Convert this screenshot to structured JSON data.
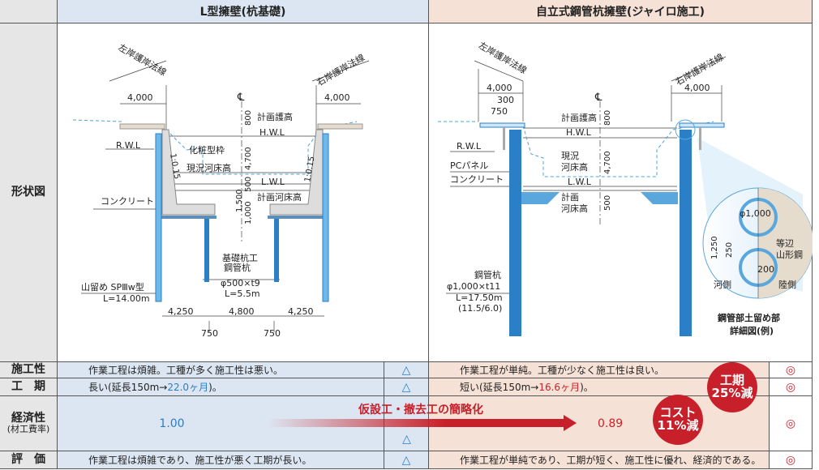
{
  "header": {
    "left": "L型擁壁(杭基礎)",
    "right": "自立式鋼管杭擁壁(ジャイロ施工)"
  },
  "rows": {
    "shape": {
      "label": "形状図"
    },
    "workability": {
      "label": "施工性",
      "left": "作業工程は煩雑。工種が多く施工性は悪い。",
      "left_mark": "△",
      "right": "作業工程が単純。工種が少なく施工性は良い。",
      "right_mark": "◎"
    },
    "period": {
      "label": "工　期",
      "left_pre": "長い(延長150m→",
      "left_val": "22.0ヶ月",
      "left_post": ")。",
      "left_mark": "△",
      "right_pre": "短い(延長150m→",
      "right_val": "16.6ヶ月",
      "right_post": ")。",
      "right_mark": "◎"
    },
    "economy": {
      "label": "経済性",
      "sublabel": "(材工費率)",
      "left": "1.00",
      "left_mark": "△",
      "right": "0.89",
      "right_mark": "◎",
      "arrow_label": "仮設工・撤去工の簡略化"
    },
    "evaluation": {
      "label": "評　価",
      "left": "作業工程は煩雑であり、施工性が悪く工期が長い。",
      "left_mark": "△",
      "right": "作業工程が単純であり、工期が短く、施工性に優れ、経済的である。",
      "right_mark": "◎"
    }
  },
  "badges": {
    "period": [
      "工期",
      "25%減"
    ],
    "cost": [
      "コスト",
      "11%減"
    ]
  },
  "left_diagram": {
    "left_bank": "左岸護岸法線",
    "right_bank": "右岸護岸法線",
    "dim_left": "4,000",
    "dim_right": "4,000",
    "cl": "℄",
    "plan_top": "計画護高",
    "hwl": "H.W.L",
    "rwl": "R.W.L",
    "form": "化粧型枠",
    "existing_bed": "現況河床高",
    "lwl": "L.W.L",
    "plan_bed": "計画河床高",
    "concrete": "コンクリート",
    "slope_l": "1:0.15",
    "slope_r": "1:0.15",
    "v800": "800",
    "v4700": "4,700",
    "v500": "500",
    "v1500": "1,500",
    "v1000": "1,000",
    "pile1": "基礎杭工",
    "pile2": "鋼管杭",
    "pile3": "φ500×t9",
    "pile4": "L=5.5m",
    "sheet1": "山留め SPⅢw型",
    "sheet2": "L=14.00m",
    "b1": "4,250",
    "b2": "4,800",
    "b3": "4,250",
    "b4": "750",
    "b5": "750"
  },
  "right_diagram": {
    "left_bank": "左岸護岸法線",
    "right_bank": "右岸護岸法線",
    "dim_left": "4,000",
    "dim_right": "4,000",
    "d300": "300",
    "d750": "750",
    "cl": "℄",
    "plan_top": "計画護高",
    "hwl": "H.W.L",
    "rwl": "R.W.L",
    "pc": "PCパネル",
    "concrete": "コンクリート",
    "existing1": "現況",
    "existing2": "河床高",
    "lwl": "L.W.L",
    "plan1": "計画",
    "plan2": "河床高",
    "v800": "800",
    "v4700": "4,700",
    "v500": "500",
    "pile1": "鋼管杭",
    "pile2": "φ1,000×t11",
    "pile3": "L=17.50m",
    "pile4": "(11.5/6.0)",
    "det_phi": "φ1,000",
    "det_1250": "1,250",
    "det_250": "250",
    "det_200": "200",
    "det_angle1": "等辺",
    "det_angle2": "山形鋼",
    "det_river": "河側",
    "det_land": "陸側",
    "det_cap1": "鋼管部土留め部",
    "det_cap2": "詳細図(例)"
  },
  "colors": {
    "pile": "#2a7fc7",
    "accent": "#c8202a",
    "blue_bg": "#dce6f2",
    "peach_bg": "#f6e1d6"
  }
}
